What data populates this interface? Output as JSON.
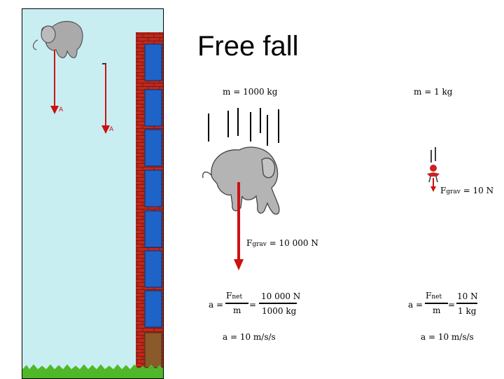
{
  "slide": {
    "title": "Free fall"
  },
  "scene": {
    "sky_color": "#c8eef2",
    "brick_color": "#c0281c",
    "window_color": "#1e63c8",
    "grass_color": "#4fb82a"
  },
  "left_case": {
    "mass": "m = 1000 kg",
    "force_symbol": "F",
    "force_sub": "grav",
    "force_value": "= 10 000 N",
    "a_label": "a =",
    "frac1_num_symbol": "F",
    "frac1_num_sub": "net",
    "frac1_den": "m",
    "equals": "=",
    "frac2_num": "10 000 N",
    "frac2_den": "1000 kg",
    "result": "a = 10 m/s/s"
  },
  "right_case": {
    "mass": "m = 1 kg",
    "force_symbol": "F",
    "force_sub": "grav",
    "force_value": "= 10 N",
    "a_label": "a =",
    "frac1_num_symbol": "F",
    "frac1_num_sub": "net",
    "frac1_den": "m",
    "equals": "=",
    "frac2_num": "10 N",
    "frac2_den": "1 kg",
    "result": "a = 10 m/s/s"
  },
  "arrow_color": "#cc1111"
}
